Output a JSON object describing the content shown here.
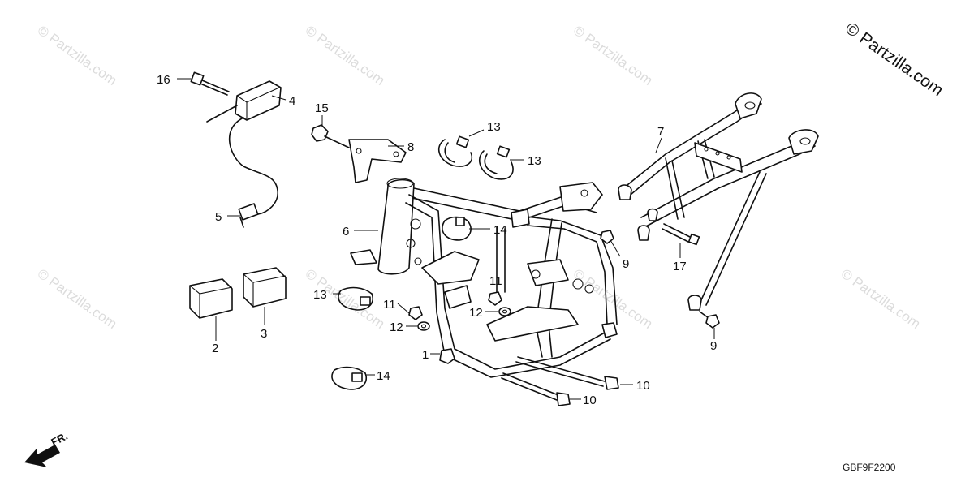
{
  "watermark_text": "© Partzilla.com",
  "brand": "© Partzilla.com",
  "diagram_code": "GBF9F2200",
  "direction_label": "FR.",
  "callouts": {
    "c16": "16",
    "c4": "4",
    "c15": "15",
    "c8": "8",
    "c13a": "13",
    "c13b": "13",
    "c7": "7",
    "c5": "5",
    "c6": "6",
    "c14a": "14",
    "c9a": "9",
    "c17": "17",
    "c11a": "11",
    "c13c": "13",
    "c11b": "11",
    "c12a": "12",
    "c12b": "12",
    "c1": "1",
    "c2": "2",
    "c3": "3",
    "c9b": "9",
    "c10a": "10",
    "c10b": "10",
    "c14b": "14"
  },
  "colors": {
    "line": "#111111",
    "watermark": "#dcdcdc",
    "background": "#ffffff"
  }
}
